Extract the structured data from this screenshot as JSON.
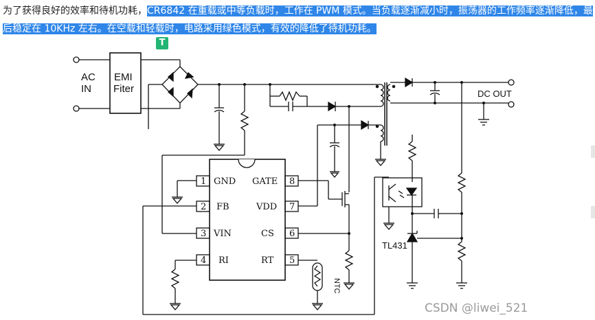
{
  "article": {
    "text_before": "为了获得良好的效率和待机功耗，",
    "text_selected": "CR6842 在重载或中等负载时，工作在 PWM 模式。当负载逐渐减小时，振荡器的工作频率逐渐降低，最后稳定在 10KHz 左右。在空载和轻载时，电路采用绿色模式，有效的降低了待机功耗。",
    "translate_button": "T"
  },
  "diagram": {
    "ac_in_line1": "AC",
    "ac_in_line2": "IN",
    "emi_line1": "EMI",
    "emi_line2": "Fiter",
    "dc_out": "DC OUT",
    "tl431": "TL431",
    "ntc": "NTC",
    "ic_pins": [
      {
        "num": "1",
        "name": "GND"
      },
      {
        "num": "2",
        "name": "FB"
      },
      {
        "num": "3",
        "name": "VIN"
      },
      {
        "num": "4",
        "name": "RI"
      },
      {
        "num": "8",
        "name": "GATE"
      },
      {
        "num": "7",
        "name": "VDD"
      },
      {
        "num": "6",
        "name": "CS"
      },
      {
        "num": "5",
        "name": "RT"
      }
    ]
  },
  "watermark": "CSDN @liwei_521"
}
